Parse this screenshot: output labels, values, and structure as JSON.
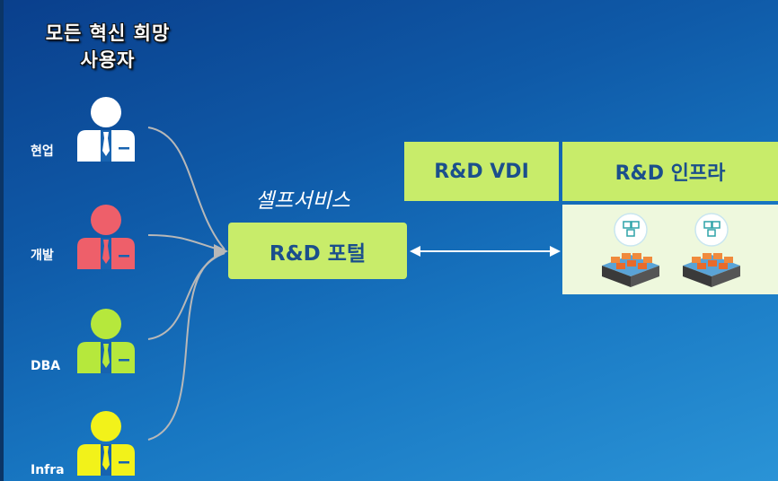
{
  "title": {
    "line1": "모든 혁신 희망",
    "line2": "사용자"
  },
  "users": [
    {
      "label": "현업",
      "color": "#ffffff"
    },
    {
      "label": "개발",
      "color": "#ee5f6a"
    },
    {
      "label": "DBA",
      "color": "#b6e83c"
    },
    {
      "label": "Infra",
      "color": "#f2f21a"
    }
  ],
  "portal": {
    "caption": "셀프서비스",
    "label": "R&D 포털"
  },
  "columns": {
    "vdi": "R&D VDI",
    "infra": "R&D 인프라"
  },
  "colors": {
    "box_fill": "#c8ec6a",
    "box_text": "#1b4f8c",
    "infra_panel": "#eef8dd",
    "connector": "#b8b8b8"
  },
  "icons": {
    "user": "person-with-tie-icon",
    "server": "server-with-containers-icon"
  }
}
